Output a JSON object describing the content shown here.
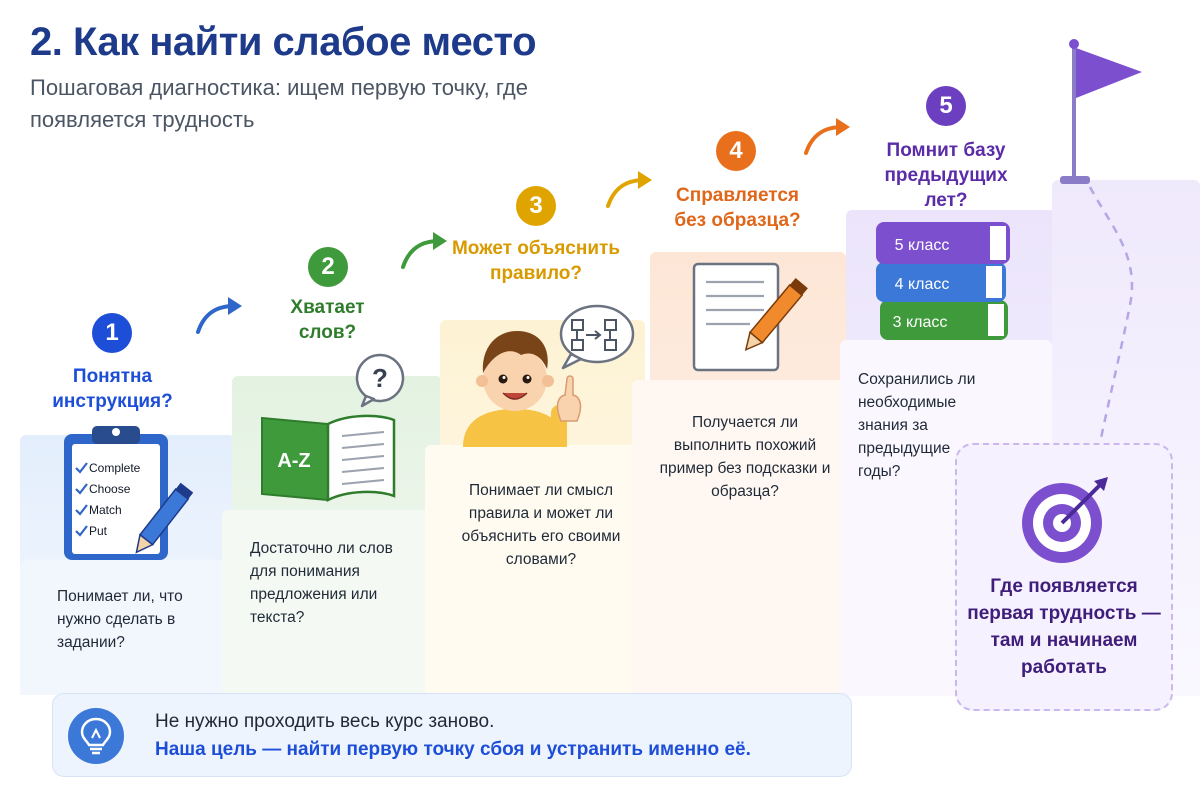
{
  "header": {
    "title": "2. Как найти слабое место",
    "subtitle": "Пошаговая диагностика: ищем первую точку, где появляется трудность"
  },
  "steps": [
    {
      "number": "1",
      "question": "Понятна инструкция?",
      "description": "Понимает ли, что нужно сделать в задании?",
      "color": "#1d4ed8",
      "checklist": [
        "Complete",
        "Choose",
        "Match",
        "Put"
      ]
    },
    {
      "number": "2",
      "question": "Хватает слов?",
      "description": "Достаточно ли слов для понимания предложения или текста?",
      "color": "#3f9a3c",
      "book_label": "A-Z"
    },
    {
      "number": "3",
      "question": "Может объяснить правило?",
      "description": "Понимает ли смысл правила и может ли объяснить его своими словами?",
      "color": "#e0a400"
    },
    {
      "number": "4",
      "question": "Справляется без образца?",
      "description": "Получается ли выполнить похожий пример без подсказки и образца?",
      "color": "#e8701c"
    },
    {
      "number": "5",
      "question": "Помнит базу предыдущих лет?",
      "description": "Сохранились ли необходимые знания за предыдущие годы?",
      "color": "#6b3fbf",
      "books": [
        "5 класс",
        "4 класс",
        "3 класс"
      ]
    }
  ],
  "goal": {
    "text": "Где появляется первая трудность — там и начинаем работать"
  },
  "footer": {
    "line1": "Не нужно проходить весь курс заново.",
    "line2": "Наша цель — найти первую точку сбоя и устранить именно её."
  },
  "icons": [
    "clipboard-icon",
    "pencil-icon",
    "book-icon",
    "question-bubble-icon",
    "boy-icon",
    "diagram-bubble-icon",
    "paper-icon",
    "books-stack-icon",
    "target-icon",
    "flag-icon",
    "lightbulb-icon"
  ]
}
